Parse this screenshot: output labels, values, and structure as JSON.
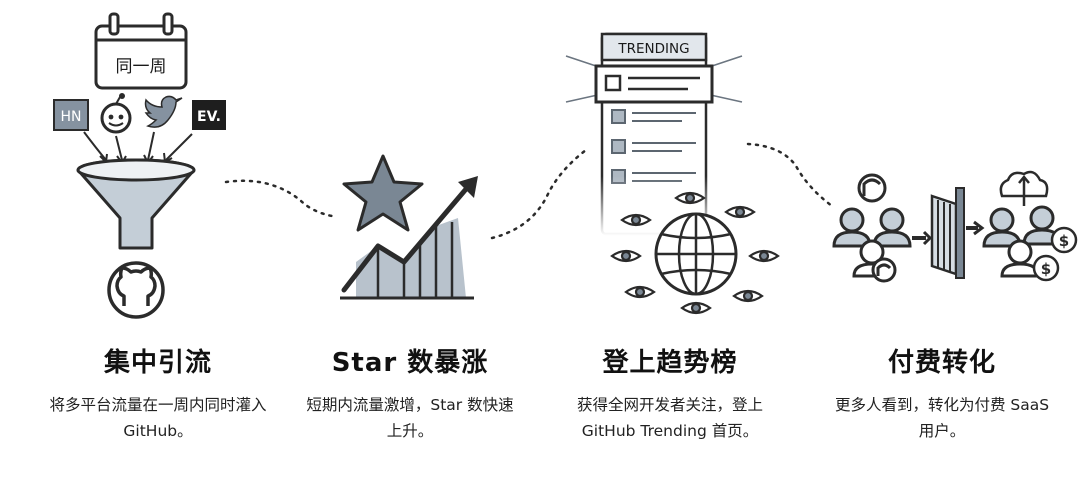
{
  "steps": [
    {
      "title": "集中引流",
      "desc": "将多平台流量在一周内同时灌入 GitHub。"
    },
    {
      "title": "Star 数暴涨",
      "desc": "短期内流量激增，Star 数快速上升。"
    },
    {
      "title": "登上趋势榜",
      "desc": "获得全网开发者关注，登上 GitHub Trending 首页。"
    },
    {
      "title": "付费转化",
      "desc": "更多人看到，转化为付费 SaaS 用户。"
    }
  ],
  "funnel": {
    "calendar_label": "同一周",
    "sources": [
      "HN",
      "EV."
    ]
  },
  "trending": {
    "header": "TRENDING"
  },
  "icons": [
    "calendar-icon",
    "hn-badge",
    "reddit-icon",
    "twitter-icon",
    "ev-badge",
    "funnel-icon",
    "github-icon",
    "star-icon",
    "growth-chart-icon",
    "trending-list-icon",
    "globe-icon",
    "eye-icon",
    "user-group-icon",
    "gate-icon",
    "dollar-icon"
  ],
  "colors": {
    "ink": "#2b2b2b",
    "slate": "#7a8794",
    "slate_light": "#b8c2cc",
    "slate_pale": "#d6dde3",
    "paper": "#ffffff"
  }
}
